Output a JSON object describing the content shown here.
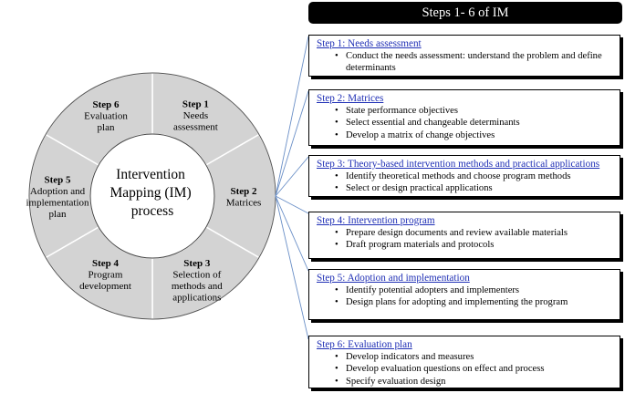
{
  "header": {
    "title": "Steps 1- 6 of IM"
  },
  "center": {
    "lines": [
      "Intervention",
      "Mapping (IM)",
      "process"
    ]
  },
  "wheel": {
    "fill": "#d3d3d3",
    "segments": [
      {
        "step": "Step 1",
        "lines": [
          "Needs",
          "assessment"
        ]
      },
      {
        "step": "Step 2",
        "lines": [
          "Matrices"
        ]
      },
      {
        "step": "Step 3",
        "lines": [
          "Selection of",
          "methods and",
          "applications"
        ]
      },
      {
        "step": "Step 4",
        "lines": [
          "Program",
          "development"
        ]
      },
      {
        "step": "Step 5",
        "lines": [
          "Adoption and",
          "implementation",
          "plan"
        ]
      },
      {
        "step": "Step 6",
        "lines": [
          "Evaluation",
          "plan"
        ]
      }
    ]
  },
  "colors": {
    "link": "#1f2fb5",
    "connector": "#6a8fc7"
  },
  "steps": [
    {
      "title": "Step 1: Needs assessment",
      "items": [
        "Conduct the needs assessment: understand the problem and define determinants"
      ]
    },
    {
      "title": "Step 2: Matrices",
      "items": [
        "State performance objectives",
        "Select essential and changeable determinants",
        "Develop a matrix of change objectives"
      ]
    },
    {
      "title": "Step 3: Theory-based intervention methods and practical applications",
      "items": [
        "Identify theoretical methods and choose program methods",
        "Select or design practical applications"
      ]
    },
    {
      "title": "Step 4: Intervention program",
      "items": [
        "Prepare design documents and review available materials",
        "Draft program materials and protocols"
      ]
    },
    {
      "title": "Step 5: Adoption and implementation",
      "items": [
        "Identify potential adopters and implementers",
        "Design plans for adopting and implementing the program"
      ]
    },
    {
      "title": "Step 6: Evaluation plan",
      "items": [
        "Develop indicators and measures",
        "Develop evaluation questions on effect and process",
        "Specify evaluation design"
      ]
    }
  ]
}
